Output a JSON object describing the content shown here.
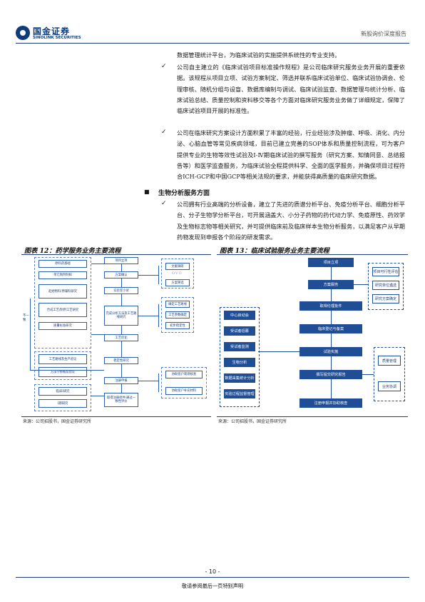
{
  "header": {
    "logo_text_cn": "国金证券",
    "logo_text_en": "SINOLINK SECURITIES",
    "report_type": "新股询价深度报告"
  },
  "body": {
    "para0": "数据管理统计平台，为临床试验的实施提供系统性的专业支持。",
    "para1": "公司自主建立的《临床试验项目标准操作规程》是公司临床研究服务业务开展的重要依据。该规程从项目立项、试验方案制定、筛选并联系临床试验单位、临床试验协调会、伦理审核、随机分组与设盲、数据库编制与调试、临床试验监查、数据管理与统计分析、临床试验总结、质量控制和资料移交等各个方面对临床研究服务业务做了详细规定，保障了临床试验项目开展的标准性。",
    "para2": "公司在临床研究方案设计方面积累了丰富的经验，行业经验涉及肿瘤、呼吸、消化、内分泌、心脑血管等常见疾病领域，目前已建立完善的SOP体系和质量控制流程，可为客户提供专业的生物等效性试验及Ⅰ-Ⅳ期临床试验的撰写服务（研究方案、知情同意、总结报告等）和医学监查服务，为临床试验全程提供科学、全面的医学服务，并确保项目过程符合ICH-GCP和中国GCP等相关法规的要求，并能获得高质量的临床研究数据。",
    "section_title": "生物分析服务方面",
    "para3": "公司拥有行业高端的分析设备，建立了先进的质谱分析平台、免疫分析平台、细胞分析平台、分子生物学分析平台，可开展涵盖大、小分子药物的药代动力学、免疫原性、药效学及生物标志物等相关研究，并可提供临床前及临床样本生物分析服务，以满足客户从早期药物发现到申报各个阶段的研发需求。"
  },
  "figure_left": {
    "title": "图表 12：药学服务业务主要流程",
    "source": "来源：公司招股书，国金证券研究所",
    "boxes": {
      "l1": "原料药基础",
      "l2": "单元制剂制样",
      "l3": "起始物料/原辅料研究",
      "l4": "合成工艺/制剂工艺研究",
      "l5": "质量标准研究",
      "l6": "工艺路线及生产验证",
      "l7": "方法学移植及验证",
      "l8": "临床I研究",
      "l9": "I期研究",
      "side": "不一致",
      "m1": "项目立项",
      "m2": "方案确认",
      "m3": "实验室小试",
      "m4": "完成分析方法及工艺路线研究",
      "m5": "工艺优化",
      "m6": "稳定性研究",
      "m7": "注册申报",
      "m8": "取得注册批件/通过一致性评价",
      "r1": "文献调研",
      "r2": "方案筛选",
      "r3": "确定工艺路线",
      "r4": "工艺参数确定",
      "r5": "初步稳定性",
      "r6": "协助客户现场核查",
      "r7": "协助客户补充材料",
      "ovo": "OVO"
    }
  },
  "figure_right": {
    "title": "图表 13：临床试验服务业务主要流程",
    "source": "来源：公司招股书，国金证券研究所",
    "boxes": {
      "c1": "项目立项",
      "c2": "方案服务",
      "c3": "取得伦理批件",
      "c4": "临床登记与备案",
      "c5": "试验实施",
      "c6": "撰写提交研究报告",
      "c7": "注册申报并协助核查",
      "s1": "项目可行性评估",
      "s2": "研究单位遴选",
      "s3": "研究方案确定",
      "q1": "质量管理",
      "q2": "业务协调",
      "l1": "中心启动会",
      "l2": "受试者招募",
      "l3": "受试者监测",
      "l4": "生物分析",
      "l5": "数据采集统计分析",
      "l6": "实验过程监督管理"
    }
  },
  "footer": {
    "page_number": "- 10 -",
    "disclaimer": "敬请参阅最后一页特别声明"
  }
}
